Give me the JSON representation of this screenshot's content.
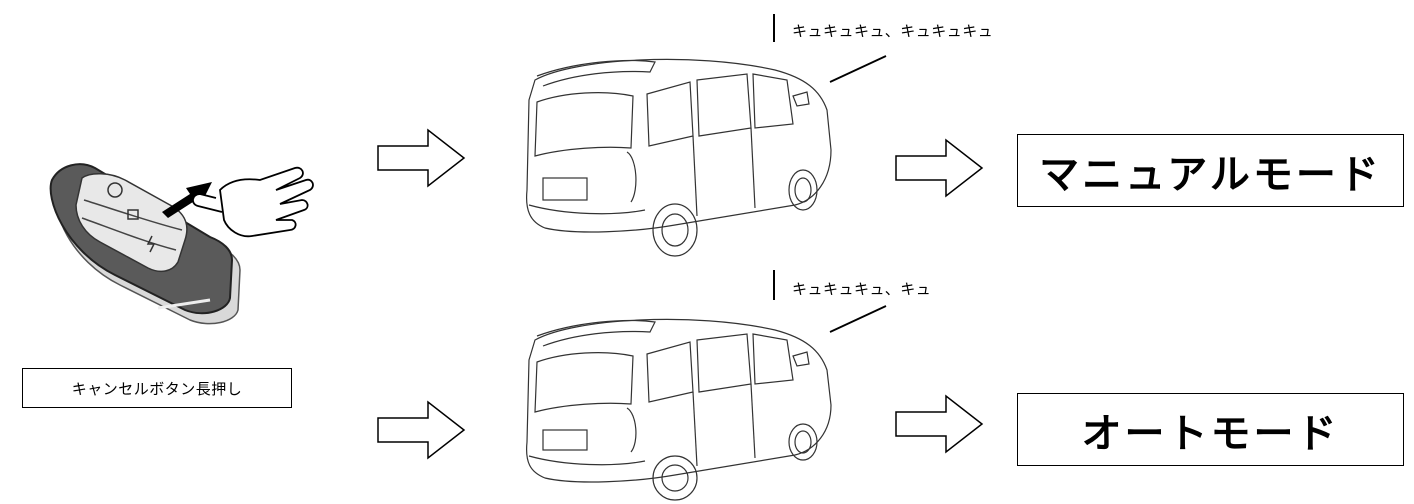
{
  "caption": {
    "text": "キャンセルボタン長押し"
  },
  "sound_top": {
    "text": "キュキュキュ、キュキュキュ"
  },
  "sound_bottom": {
    "text": "キュキュキュ、キュ"
  },
  "mode_top": {
    "text": "マニュアルモード"
  },
  "mode_bottom": {
    "text": "オートモード"
  }
}
